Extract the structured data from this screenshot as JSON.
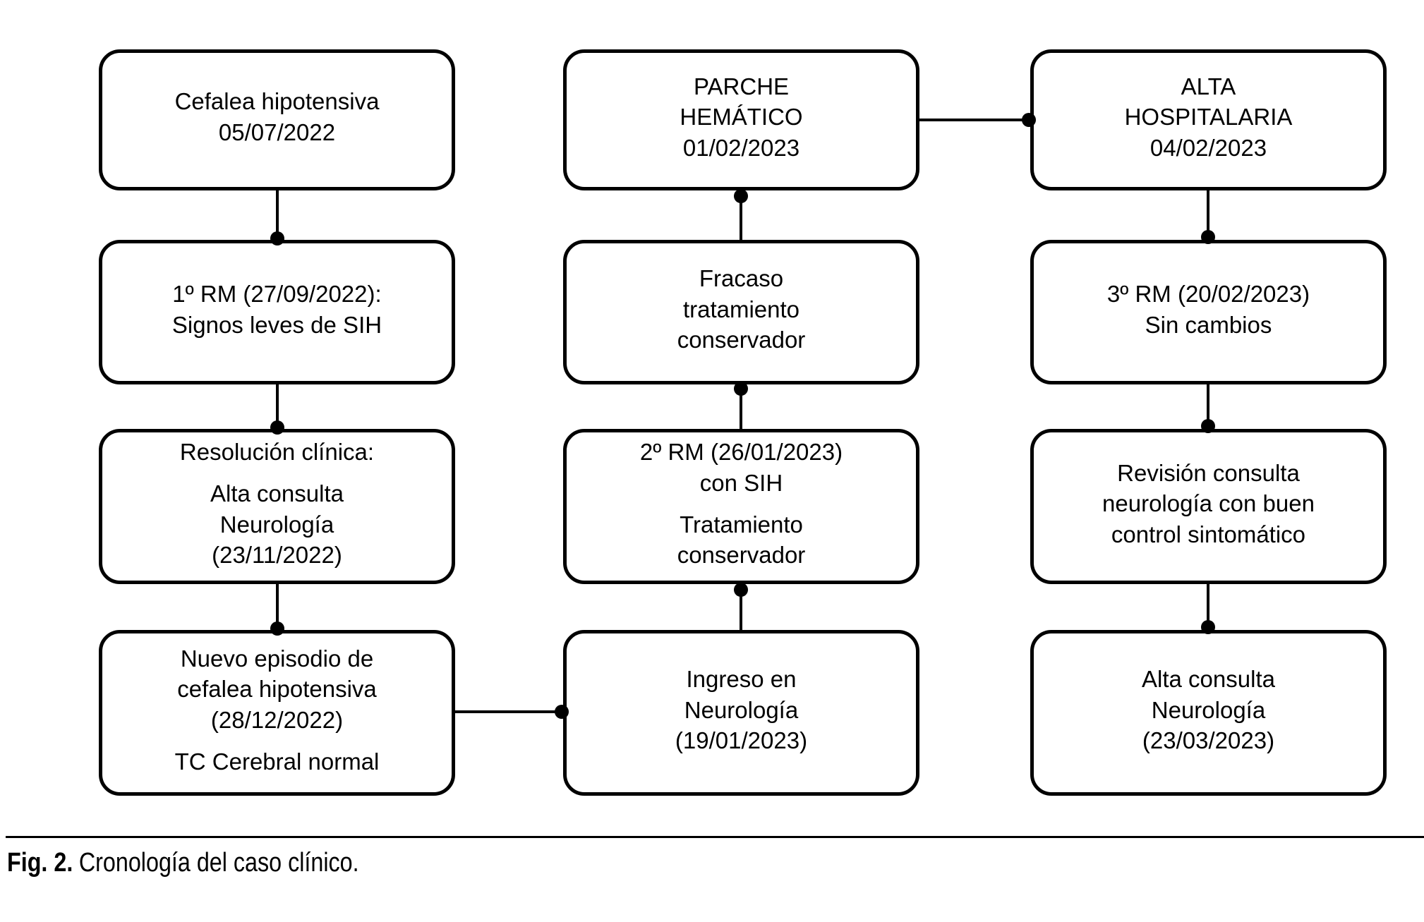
{
  "figure": {
    "caption_label": "Fig. 2.",
    "caption_text": "Cronología del caso clínico."
  },
  "colors": {
    "line": "#000000",
    "background": "#ffffff",
    "text": "#000000"
  },
  "flowchart": {
    "columns": [
      {
        "name": "column-1",
        "boxes": [
          {
            "paragraphs": [
              [
                "Cefalea hipotensiva",
                "05/07/2022"
              ]
            ]
          },
          {
            "paragraphs": [
              [
                "1º RM (27/09/2022):",
                "Signos leves de SIH"
              ]
            ]
          },
          {
            "paragraphs": [
              [
                "Resolución clínica:"
              ],
              [
                "Alta consulta",
                "Neurología",
                "(23/11/2022)"
              ]
            ]
          },
          {
            "paragraphs": [
              [
                "Nuevo episodio de",
                "cefalea hipotensiva",
                "(28/12/2022)"
              ],
              [
                "TC Cerebral normal"
              ]
            ]
          }
        ]
      },
      {
        "name": "column-2",
        "boxes": [
          {
            "paragraphs": [
              [
                "PARCHE",
                "HEMÁTICO",
                "01/02/2023"
              ]
            ]
          },
          {
            "paragraphs": [
              [
                "Fracaso",
                "tratamiento",
                "conservador"
              ]
            ]
          },
          {
            "paragraphs": [
              [
                "2º RM (26/01/2023)",
                "con SIH"
              ],
              [
                "Tratamiento",
                "conservador"
              ]
            ]
          },
          {
            "paragraphs": [
              [
                "Ingreso en",
                "Neurología",
                "(19/01/2023)"
              ]
            ]
          }
        ]
      },
      {
        "name": "column-3",
        "boxes": [
          {
            "paragraphs": [
              [
                "ALTA",
                "HOSPITALARIA",
                "04/02/2023"
              ]
            ]
          },
          {
            "paragraphs": [
              [
                "3º RM (20/02/2023)",
                "Sin cambios"
              ]
            ]
          },
          {
            "paragraphs": [
              [
                "Revisión consulta",
                "neurología con buen",
                "control sintomático"
              ]
            ]
          },
          {
            "paragraphs": [
              [
                "Alta consulta",
                "Neurología",
                "(23/03/2023)"
              ]
            ]
          }
        ]
      }
    ]
  }
}
